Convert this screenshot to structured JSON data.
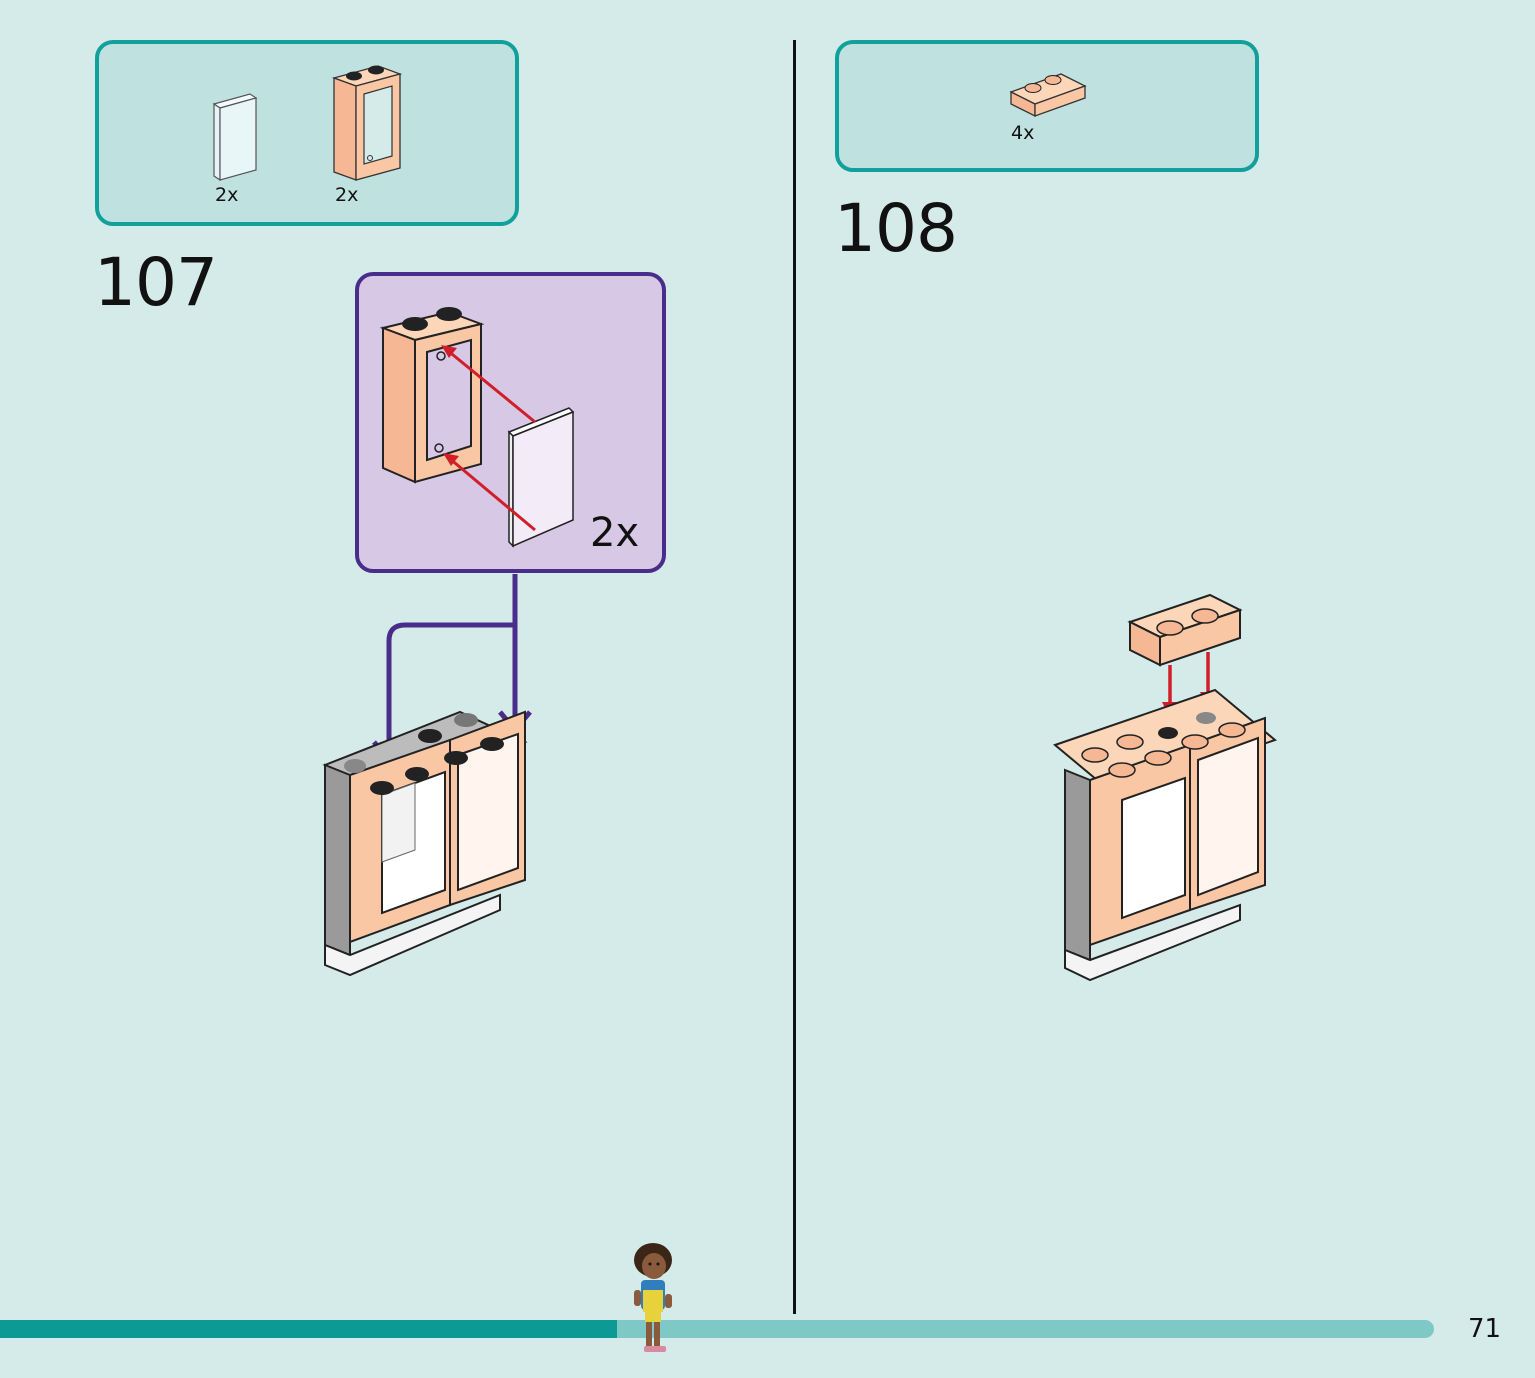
{
  "steps": [
    {
      "number": "107",
      "parts": [
        {
          "qty": "2x",
          "icon": "glass-pane-icon"
        },
        {
          "qty": "2x",
          "icon": "window-frame-icon"
        }
      ],
      "callout_qty": "2x"
    },
    {
      "number": "108",
      "parts": [
        {
          "qty": "4x",
          "icon": "plate-with-rail-icon"
        }
      ]
    }
  ],
  "progress": {
    "fraction": 0.43
  },
  "page_number": "71",
  "colors": {
    "background": "#d5ebe9",
    "parts_box_border": "#11a09b",
    "parts_box_fill": "#bfe2e0",
    "callout_border": "#4a2d8a",
    "callout_fill": "#d7c8e6",
    "brick_peach": "#f9c7a4",
    "arrow_red": "#d11f2a",
    "progress_fill": "#0e9a94",
    "progress_track": "#7ec9c5"
  }
}
